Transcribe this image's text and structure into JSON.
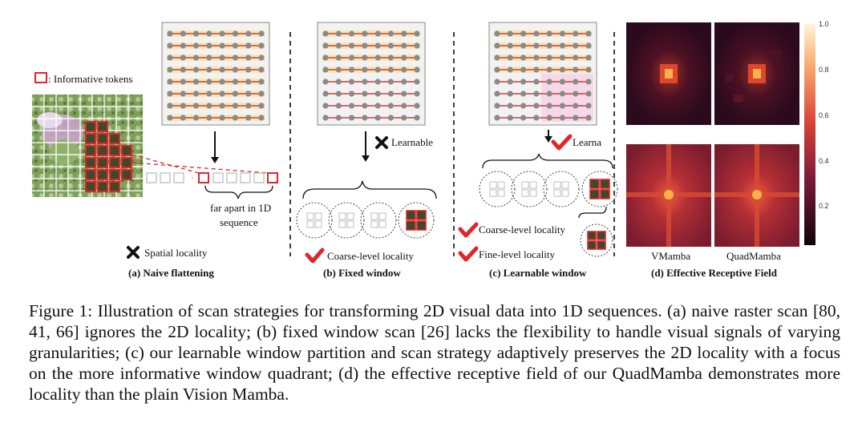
{
  "figure": {
    "legend_informative": ": Informative tokens",
    "far_apart": [
      "far apart in 1D",
      "sequence"
    ],
    "learnable_b": "Learnable",
    "learnable_c": "Learna",
    "spatial_locality": "Spatial locality",
    "coarse_level_b": "Coarse-level locality",
    "coarse_level_c": "Coarse-level locality",
    "fine_level_c": "Fine-level locality",
    "subcaptions": {
      "a": "(a) Naive flattening",
      "b": "(b) Fixed window",
      "c": "(c) Learnable window",
      "d": "(d) Effective Receptive Field"
    },
    "erf_labels": [
      "VMamba",
      "QuadMamba"
    ],
    "colorbar_ticks": [
      "1.0",
      "0.8",
      "0.6",
      "0.4",
      "0.2"
    ],
    "colors": {
      "informative_red": "#e0252b",
      "scan_line": "#d33a3a",
      "window_highlight": "#f6d9e8",
      "row_highlight": "#f7e7b5"
    }
  },
  "caption": "Figure 1: Illustration of scan strategies for transforming 2D visual data into 1D sequences. (a) naive raster scan [80, 41, 66] ignores the 2D locality; (b) fixed window scan [26] lacks the flexibility to handle visual signals of varying granularities; (c) our learnable window partition and scan strategy adaptively preserves the 2D locality with a focus on the more informative window quadrant; (d) the effective receptive field of our QuadMamba demonstrates more locality than the plain Vision Mamba."
}
